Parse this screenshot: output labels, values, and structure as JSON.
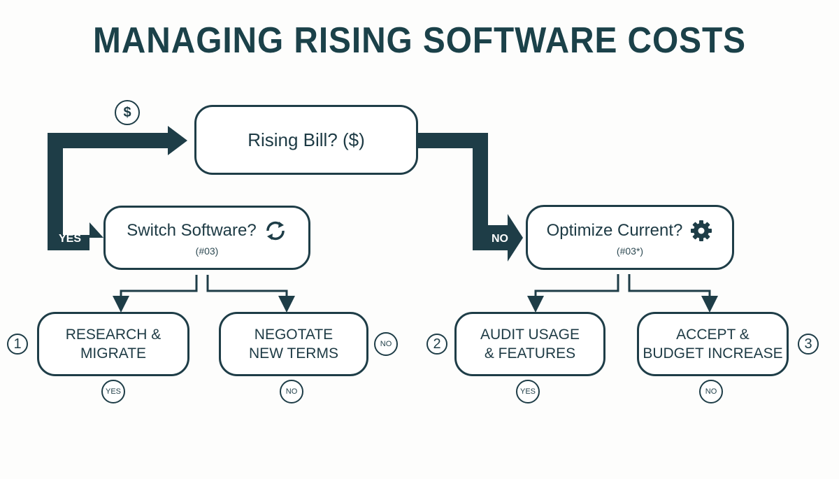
{
  "title": "MANAGING RISING SOFTWARE COSTS",
  "icons": {
    "dollar": "dollar-circle-icon",
    "refresh": "refresh-icon",
    "gear": "gear-icon"
  },
  "colors": {
    "line": "#1e3d47",
    "title": "#1b4149"
  },
  "root": {
    "label": "Rising Bill? ($)"
  },
  "branch_yes": {
    "tag": "YES",
    "label": "Switch Software?",
    "code": "(#03)",
    "children": [
      {
        "label": "RESEARCH &\nMIGRATE",
        "step": "1",
        "badge": "YES"
      },
      {
        "label": "NEGOTATE\nNEW TERMS",
        "side_badge": "NO",
        "badge": "NO"
      }
    ]
  },
  "branch_no": {
    "tag": "NO",
    "label": "Optimize Current?",
    "code": "(#03*)",
    "children": [
      {
        "label": "AUDIT USAGE\n& FEATURES",
        "step": "2",
        "badge": "YES"
      },
      {
        "label": "ACCEPT &\nBUDGET INCREASE",
        "step": "3",
        "badge": "NO"
      }
    ]
  }
}
